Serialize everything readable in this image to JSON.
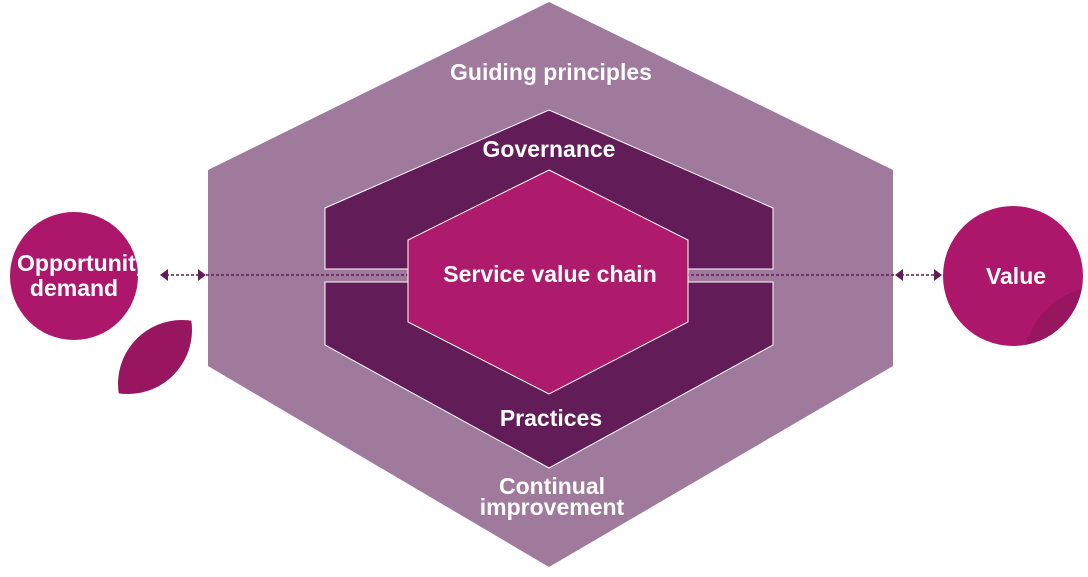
{
  "colors": {
    "outer_hexagon": "#a07a9c",
    "middle_hexagon": "#621c58",
    "inner_hexagon": "#ae1a6c",
    "circle": "#ac176c",
    "circle_shade": "#981660",
    "connector": "#621c58",
    "text": "#ffffff"
  },
  "diagram": {
    "outer": {
      "top_label": "Guiding principles",
      "bottom_label_line1": "Continual",
      "bottom_label_line2": "improvement"
    },
    "middle": {
      "top_label": "Governance",
      "bottom_label": "Practices"
    },
    "inner": {
      "label": "Service value chain"
    },
    "left_node": {
      "line1": "Opportunity/",
      "line2": "demand"
    },
    "right_node": {
      "label": "Value"
    }
  }
}
